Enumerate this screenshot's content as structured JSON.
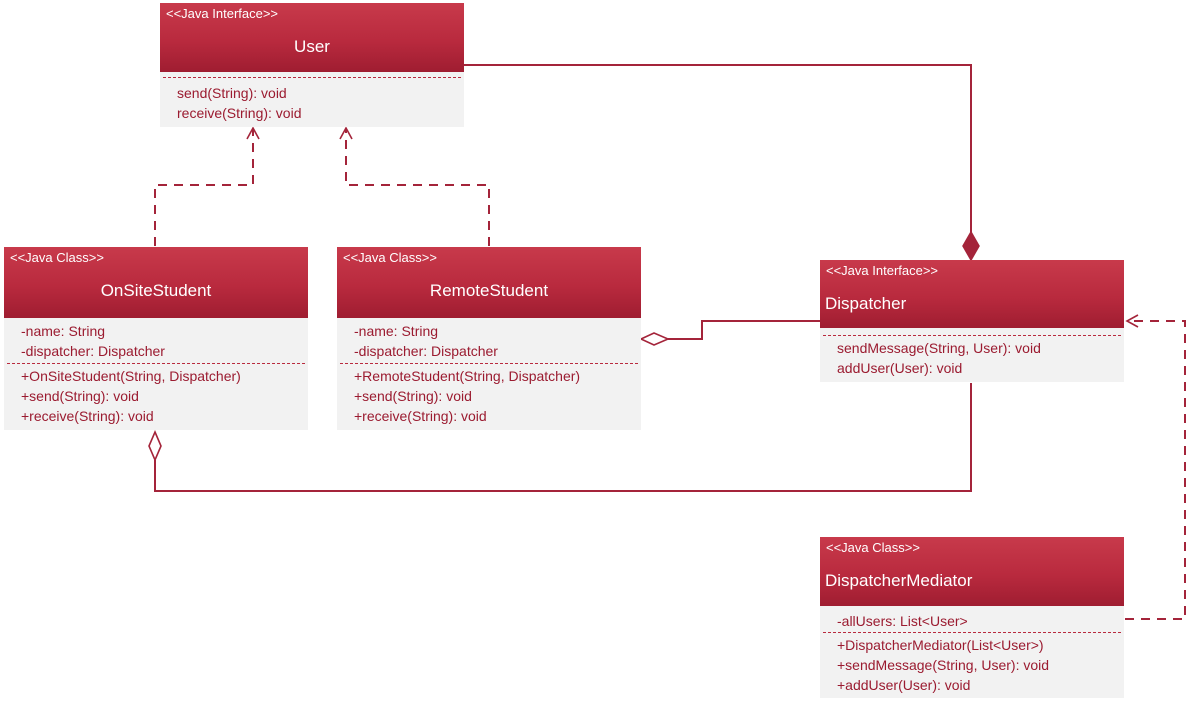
{
  "colors": {
    "header": "#b92a3e",
    "line": "#a4243a",
    "body_bg": "#f2f2f2",
    "text": "#9b1b30"
  },
  "classes": {
    "user": {
      "stereotype": "<<Java Interface>>",
      "name": "User",
      "attributes": [],
      "operations": [
        "send(String): void",
        "receive(String): void"
      ]
    },
    "onsite": {
      "stereotype": "<<Java Class>>",
      "name": "OnSiteStudent",
      "attributes": [
        "-name: String",
        "-dispatcher: Dispatcher"
      ],
      "operations": [
        "+OnSiteStudent(String, Dispatcher)",
        "+send(String): void",
        "+receive(String): void"
      ]
    },
    "remote": {
      "stereotype": "<<Java Class>>",
      "name": "RemoteStudent",
      "attributes": [
        "-name: String",
        "-dispatcher: Dispatcher"
      ],
      "operations": [
        "+RemoteStudent(String, Dispatcher)",
        "+send(String): void",
        "+receive(String): void"
      ]
    },
    "dispatcher": {
      "stereotype": "<<Java Interface>>",
      "name": "Dispatcher",
      "attributes": [],
      "operations": [
        "sendMessage(String, User): void",
        "addUser(User): void"
      ]
    },
    "mediator": {
      "stereotype": "<<Java Class>>",
      "name": "DispatcherMediator",
      "attributes": [
        "-allUsers: List<User>"
      ],
      "operations": [
        "+DispatcherMediator(List<User>)",
        "+sendMessage(String, User): void",
        "+addUser(User): void"
      ]
    }
  },
  "relations": [
    {
      "from": "onsite",
      "to": "user",
      "kind": "realization"
    },
    {
      "from": "remote",
      "to": "user",
      "kind": "realization"
    },
    {
      "from": "mediator",
      "to": "dispatcher",
      "kind": "realization"
    },
    {
      "from": "dispatcher",
      "to": "user",
      "kind": "composition"
    },
    {
      "from": "remote",
      "to": "dispatcher",
      "kind": "aggregation"
    },
    {
      "from": "onsite",
      "to": "dispatcher",
      "kind": "aggregation"
    }
  ]
}
